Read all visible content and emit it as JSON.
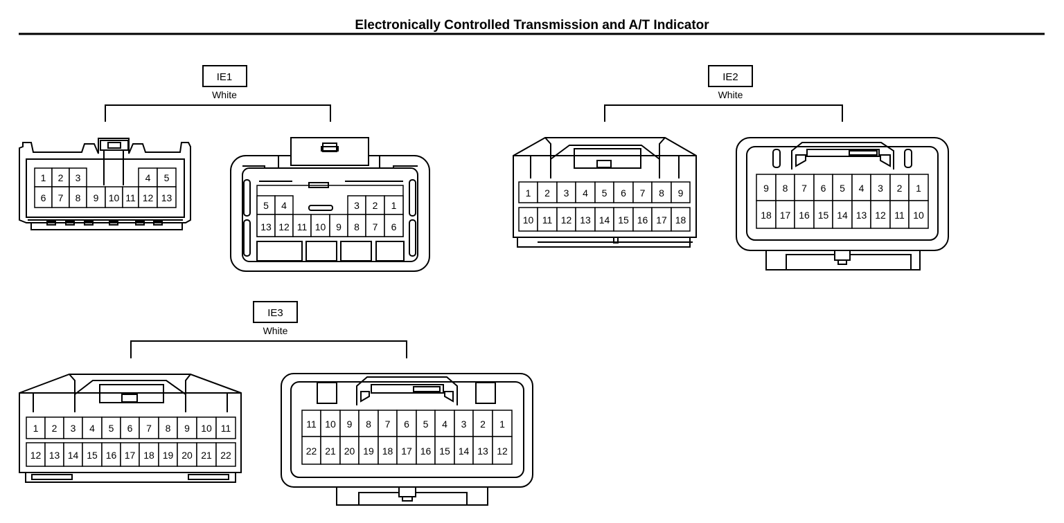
{
  "title": "Electronically Controlled Transmission and A/T Indicator",
  "connectors": [
    {
      "id": "IE1",
      "color": "White",
      "male": {
        "rows": [
          [
            "1",
            "2",
            "3",
            "",
            "",
            "",
            "4",
            "5"
          ],
          [
            "6",
            "7",
            "8",
            "9",
            "10",
            "11",
            "12",
            "13"
          ]
        ]
      },
      "female": {
        "rows": [
          [
            "5",
            "4",
            "",
            "",
            "",
            "3",
            "2",
            "1"
          ],
          [
            "13",
            "12",
            "11",
            "10",
            "9",
            "8",
            "7",
            "6"
          ]
        ]
      }
    },
    {
      "id": "IE2",
      "color": "White",
      "male": {
        "rows": [
          [
            "1",
            "2",
            "3",
            "4",
            "5",
            "6",
            "7",
            "8",
            "9"
          ],
          [
            "10",
            "11",
            "12",
            "13",
            "14",
            "15",
            "16",
            "17",
            "18"
          ]
        ]
      },
      "female": {
        "rows": [
          [
            "9",
            "8",
            "7",
            "6",
            "5",
            "4",
            "3",
            "2",
            "1"
          ],
          [
            "18",
            "17",
            "16",
            "15",
            "14",
            "13",
            "12",
            "11",
            "10"
          ]
        ]
      }
    },
    {
      "id": "IE3",
      "color": "White",
      "male": {
        "rows": [
          [
            "1",
            "2",
            "3",
            "4",
            "5",
            "6",
            "7",
            "8",
            "9",
            "10",
            "11"
          ],
          [
            "12",
            "13",
            "14",
            "15",
            "16",
            "17",
            "18",
            "19",
            "20",
            "21",
            "22"
          ]
        ]
      },
      "female": {
        "rows": [
          [
            "11",
            "10",
            "9",
            "8",
            "7",
            "6",
            "5",
            "4",
            "3",
            "2",
            "1"
          ],
          [
            "22",
            "21",
            "20",
            "19",
            "18",
            "17",
            "16",
            "15",
            "14",
            "13",
            "12"
          ]
        ]
      }
    }
  ]
}
